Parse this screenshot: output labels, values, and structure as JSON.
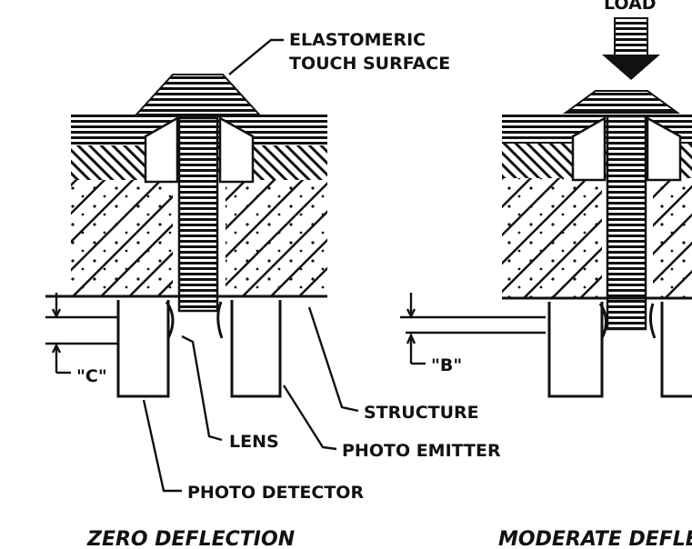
{
  "labels": {
    "touch_surface_line1": "ELASTOMERIC",
    "touch_surface_line2": "TOUCH SURFACE",
    "load": "LOAD",
    "structure": "STRUCTURE",
    "lens": "LENS",
    "photo_emitter": "PHOTO EMITTER",
    "photo_detector": "PHOTO DETECTOR",
    "dim_c": "\"C\"",
    "dim_b": "\"B\""
  },
  "captions": {
    "left": "ZERO DEFLECTION",
    "right": "MODERATE DEFLE"
  }
}
